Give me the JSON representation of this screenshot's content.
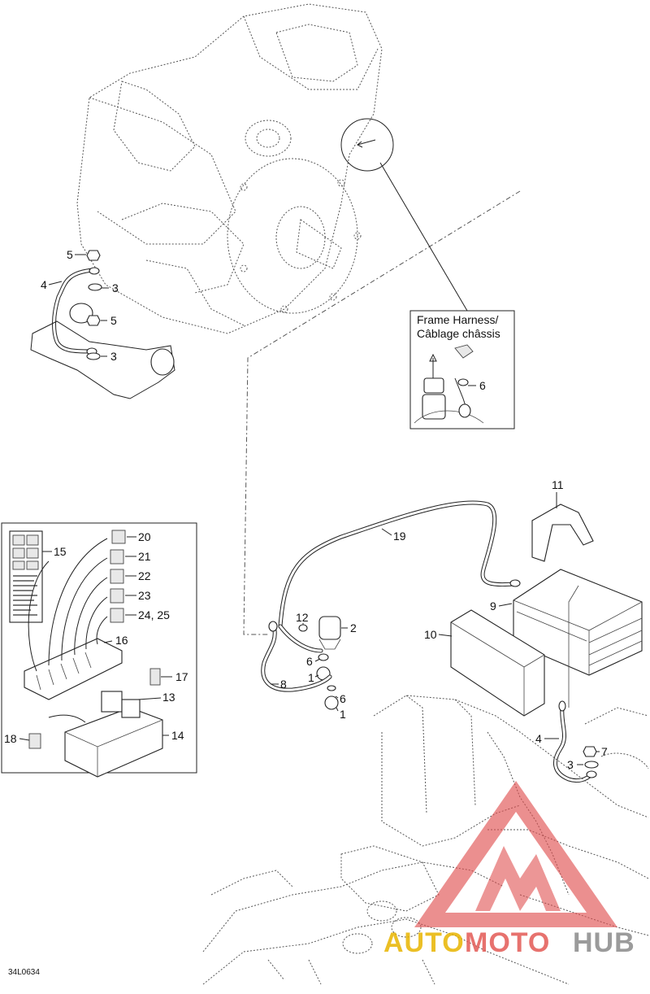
{
  "inset_frame_harness": {
    "title_line1": "Frame Harness/",
    "title_line2": "Câblage châssis",
    "callout": "6"
  },
  "callouts_engine": {
    "c5a": "5",
    "c4a": "4",
    "c3a": "3",
    "c5b": "5",
    "c3b": "3"
  },
  "callouts_fusebox": {
    "c15": "15",
    "c20": "20",
    "c21": "21",
    "c22": "22",
    "c23": "23",
    "c24_25": "24, 25",
    "c16": "16",
    "c17": "17",
    "c13": "13",
    "c18": "18",
    "c14": "14"
  },
  "callouts_battery": {
    "c11": "11",
    "c19": "19",
    "c9": "9",
    "c10": "10",
    "c12": "12",
    "c2": "2",
    "c6a": "6",
    "c1a": "1",
    "c8": "8",
    "c6b": "6",
    "c1b": "1",
    "c4": "4",
    "c7": "7",
    "c3": "3"
  },
  "doc_id": "34L0634",
  "watermark": {
    "part1": "AUTO",
    "part2": "MOTO",
    "part3": "HUB",
    "colors": {
      "auto": "#e8b400",
      "moto": "#e35a55",
      "hub": "#8a8a8a",
      "triangle": "#e05050"
    }
  }
}
